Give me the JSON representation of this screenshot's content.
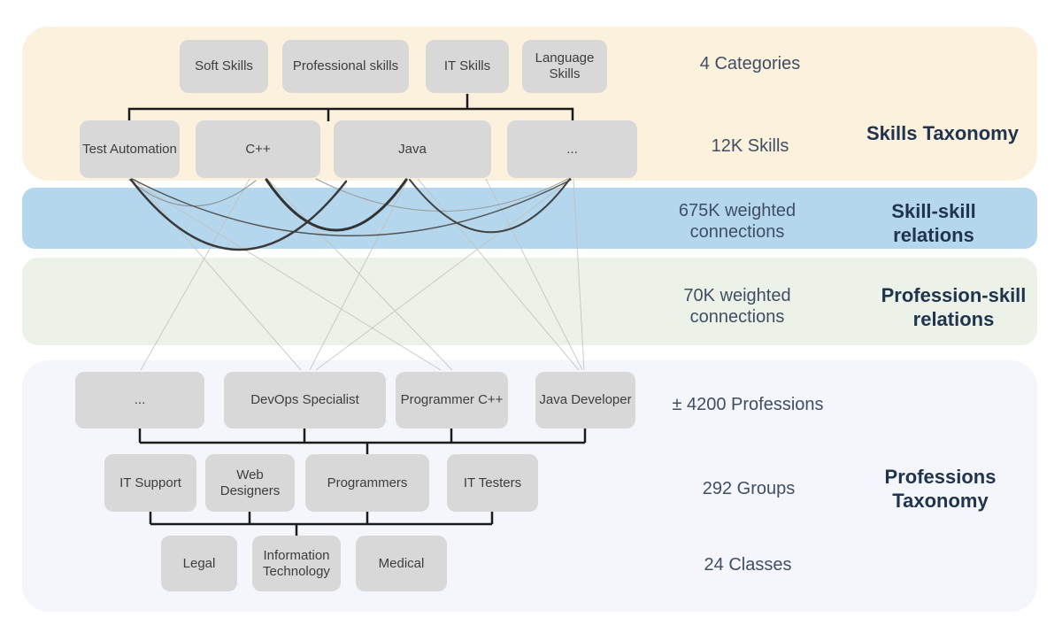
{
  "skills_taxonomy": {
    "heading": "Skills Taxonomy",
    "categories_label": "4 Categories",
    "skills_label": "12K Skills",
    "categories": [
      "Soft Skills",
      "Professional skills",
      "IT Skills",
      "Language Skills"
    ],
    "skills": [
      "Test Automation",
      "C++",
      "Java",
      "..."
    ]
  },
  "skill_skill_relations": {
    "heading": "Skill-skill relations",
    "label": "675K weighted connections"
  },
  "profession_skill_relations": {
    "heading": "Profession-skill relations",
    "label": "70K weighted connections"
  },
  "professions_taxonomy": {
    "heading": "Professions Taxonomy",
    "professions_label": "± 4200 Professions",
    "groups_label": "292 Groups",
    "classes_label": "24 Classes",
    "professions": [
      "...",
      "DevOps Specialist",
      "Programmer C++",
      "Java Developer"
    ],
    "groups": [
      "IT Support",
      "Web Designers",
      "Programmers",
      "IT Testers"
    ],
    "classes": [
      "Legal",
      "Information Technology",
      "Medical"
    ]
  },
  "colors": {
    "skills_band": "#fcf1dd",
    "skill_skill_band": "#b4d7ee",
    "profession_skill_band": "#edf2e8",
    "professions_band": "#f4f6fb",
    "node_box": "#d8d8d8",
    "heading_text": "#203450",
    "label_text": "#3f4e63",
    "tree_line": "#1b1b1b"
  }
}
